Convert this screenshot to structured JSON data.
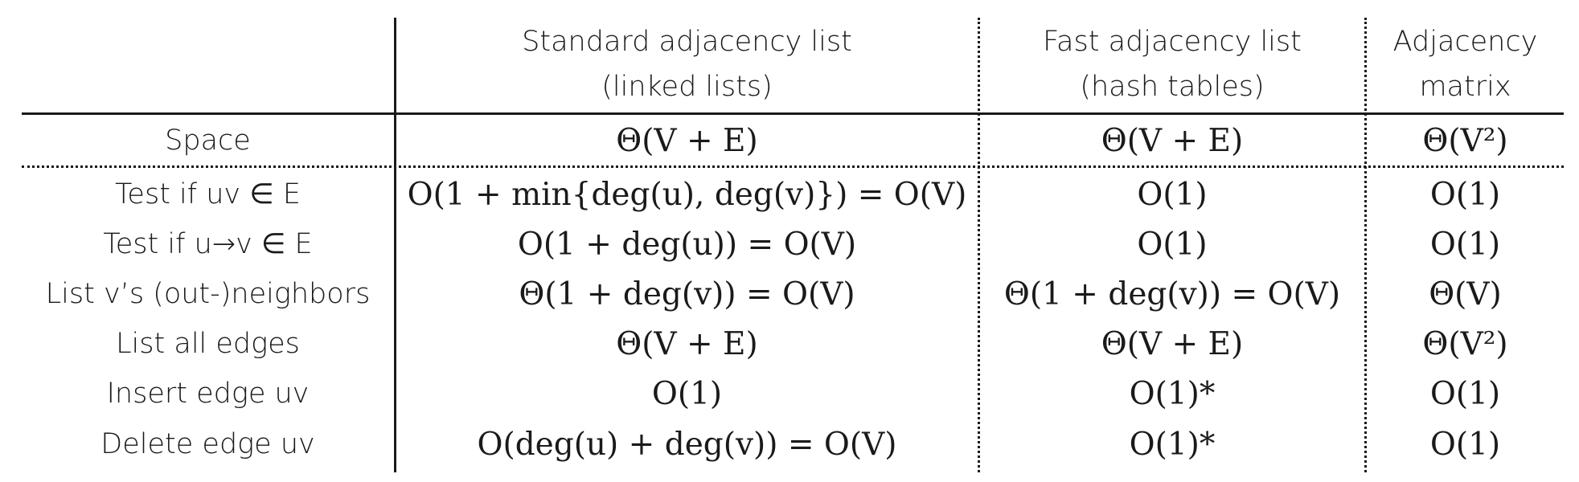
{
  "columns": [
    {
      "line1": "Standard adjacency list",
      "line2": "(linked lists)"
    },
    {
      "line1": "Fast adjacency list",
      "line2": "(hash tables)"
    },
    {
      "line1": "Adjacency",
      "line2": "matrix"
    }
  ],
  "rows": [
    {
      "label": "Space",
      "std": "Θ(V + E)",
      "fast": "Θ(V + E)",
      "matrix": "Θ(V²)"
    },
    {
      "label": "Test if uv ∈ E",
      "std": "O(1 + min{deg(u), deg(v)}) = O(V)",
      "fast": "O(1)",
      "matrix": "O(1)"
    },
    {
      "label": "Test if u→v ∈ E",
      "std": "O(1 + deg(u)) = O(V)",
      "fast": "O(1)",
      "matrix": "O(1)"
    },
    {
      "label": "List v’s (out-)neighbors",
      "std": "Θ(1 + deg(v)) = O(V)",
      "fast": "Θ(1 + deg(v)) = O(V)",
      "matrix": "Θ(V)"
    },
    {
      "label": "List all edges",
      "std": "Θ(V + E)",
      "fast": "Θ(V + E)",
      "matrix": "Θ(V²)"
    },
    {
      "label": "Insert edge uv",
      "std": "O(1)",
      "fast": "O(1)*",
      "matrix": "O(1)"
    },
    {
      "label": "Delete edge uv",
      "std": "O(deg(u) + deg(v)) = O(V)",
      "fast": "O(1)*",
      "matrix": "O(1)"
    }
  ]
}
